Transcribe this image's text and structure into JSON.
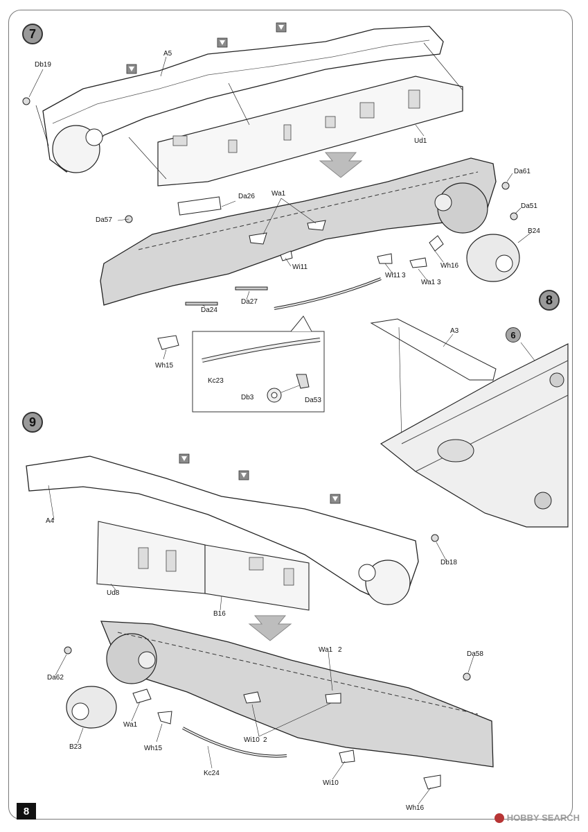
{
  "page_number": "8",
  "watermark": "HOBBY SEARCH",
  "steps": {
    "step7": {
      "number": "7",
      "labels": {
        "db19": "Db19",
        "a5": "A5",
        "ud1": "Ud1",
        "da61": "Da61",
        "da51": "Da51",
        "b24": "B24",
        "da26": "Da26",
        "wa1": "Wa1",
        "da57": "Da57",
        "wi11": "Wi11",
        "wi11x3": "Wi11",
        "wa1x3": "Wa1",
        "wh16": "Wh16",
        "da24": "Da24",
        "da27": "Da27",
        "wh15": "Wh15",
        "kc23": "Kc23",
        "db3": "Db3",
        "da53": "Da53"
      },
      "multipliers": {
        "wi11": "3",
        "wa1": "3"
      }
    },
    "step8": {
      "number": "8",
      "sub_step": "6",
      "labels": {
        "a3": "A3"
      }
    },
    "step9": {
      "number": "9",
      "labels": {
        "a4": "A4",
        "ud8": "Ud8",
        "b16": "B16",
        "db18": "Db18",
        "wa1x2": "Wa1",
        "da58": "Da58",
        "da62": "Da62",
        "wa1": "Wa1",
        "b23": "B23",
        "wh15": "Wh15",
        "wi10x2": "Wi10",
        "kc24": "Kc24",
        "wi10": "Wi10",
        "wh16": "Wh16"
      },
      "multipliers": {
        "wa1": "2",
        "wi10": "2"
      }
    }
  },
  "icons": [
    "glue-icon",
    "assembly-arrow-icon"
  ]
}
